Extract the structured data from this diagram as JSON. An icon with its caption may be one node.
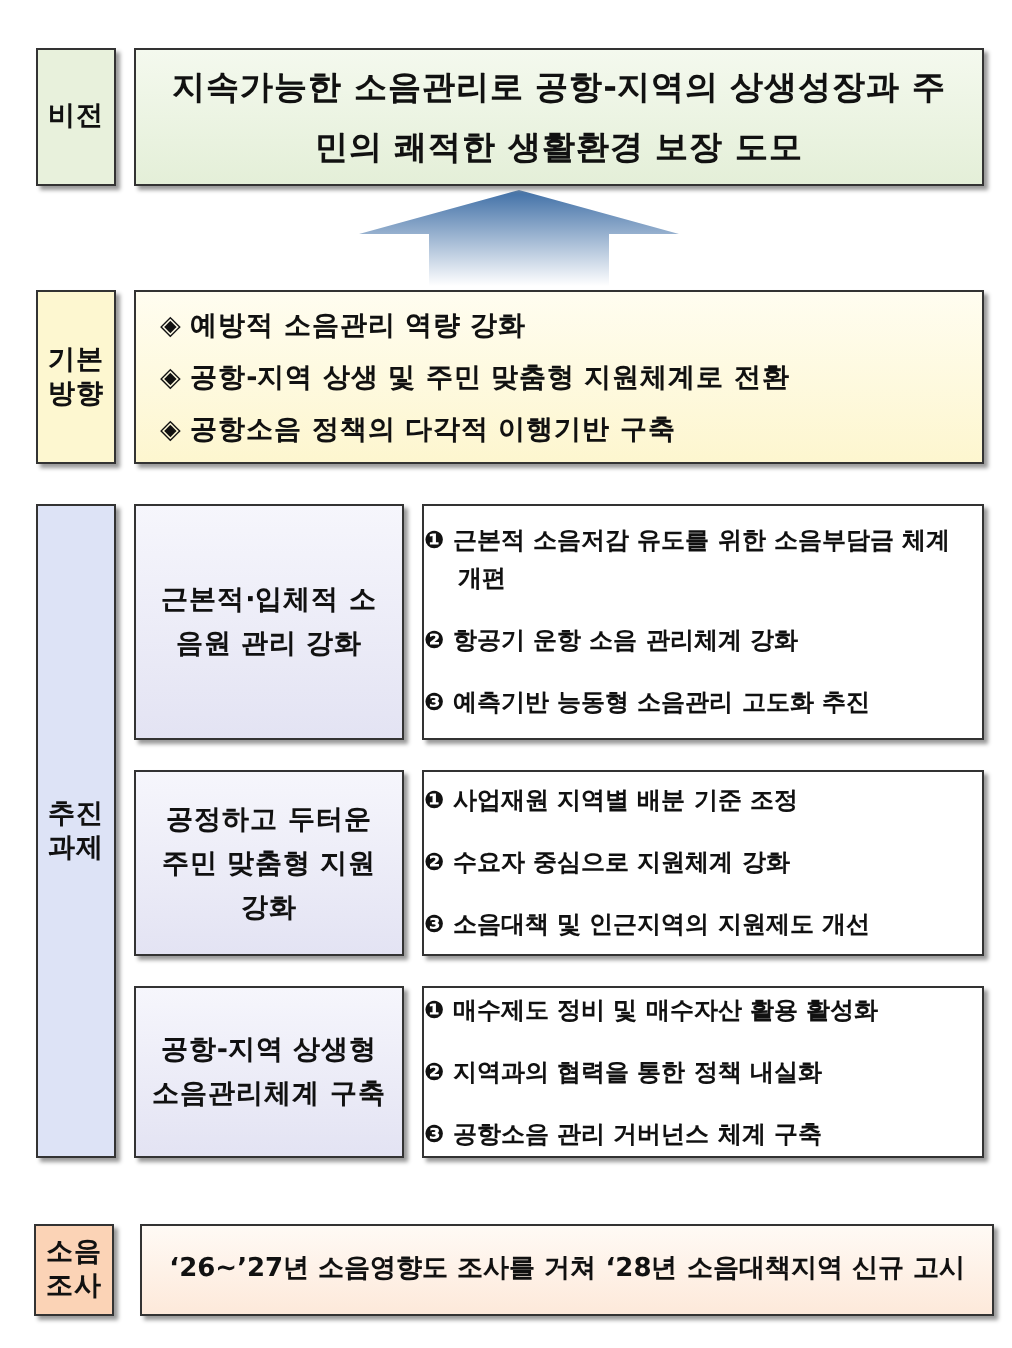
{
  "diagram": {
    "nodes": [
      {
        "text": [
          "비전"
        ]
      },
      {
        "text": [
          "지속가능한 소음관리로 공항-지역의 상생성장과 주민의 쾌적한 생활환경 보장 도모"
        ]
      },
      {
        "text": [
          "기본 방향"
        ]
      },
      {
        "text": [
          "◈ 예방적 소음관리 역량 강화",
          "◈ 공항-지역 상생 및 주민 맞춤형 지원체계로 전환",
          "◈ 공항소음 정책의 다각적 이행기반 구축"
        ]
      },
      {
        "text": [
          "추진 과제"
        ]
      },
      {
        "text": [
          "근본적·입체적 소음원 관리 강화"
        ]
      },
      {
        "text": [
          "❶ 근본적 소음저감 유도를 위한 소음부담금 체계 개편",
          "❷ 항공기 운항 소음 관리체계 강화",
          "❸ 예측기반 능동형 소음관리 고도화 추진"
        ]
      },
      {
        "text": [
          "공정하고 두터운 주민 맞춤형 지원 강화"
        ]
      },
      {
        "text": [
          "❶ 사업재원 지역별 배분 기준 조정",
          "❷ 수요자 중심으로 지원체계 강화",
          "❸ 소음대책 및 인근지역의 지원제도 개선"
        ]
      },
      {
        "text": [
          "공항-지역 상생형 소음관리체계 구축"
        ]
      },
      {
        "text": [
          "❶ 매수제도 정비 및 매수자산 활용 활성화",
          "❷ 지역과의 협력을 통한 정책 내실화",
          "❸ 공항소음 관리 거버넌스 체계 구축"
        ]
      },
      {
        "text": [
          "소음 조사"
        ]
      },
      {
        "text": [
          "‘26~’27년 소음영향도 조사를 거쳐 ‘28년 소음대책지역 신규 고시"
        ]
      }
    ],
    "edges": [
      {
        "from": 3,
        "to": 1,
        "arrow": "to"
      }
    ]
  }
}
